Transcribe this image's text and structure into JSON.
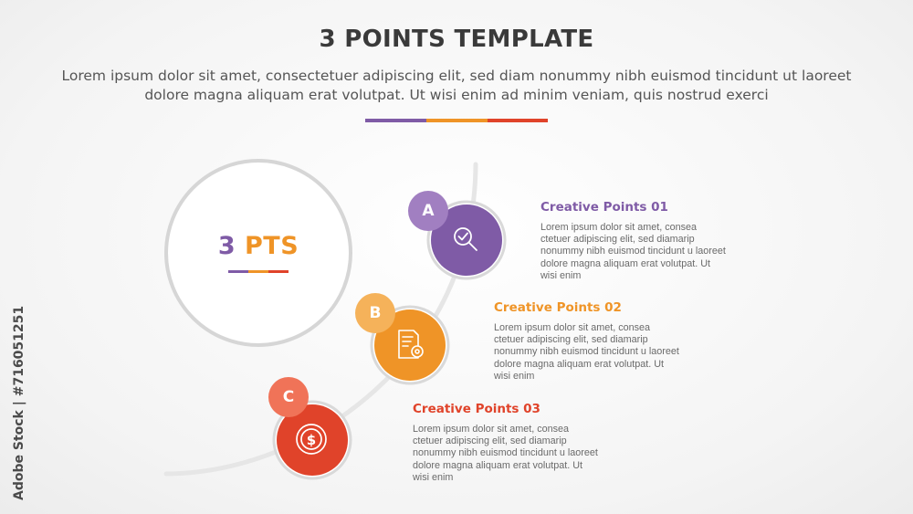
{
  "header": {
    "title": "3 POINTS TEMPLATE",
    "subtitle": "Lorem ipsum dolor sit amet, consectetuer adipiscing elit, sed diam nonummy nibh euismod tincidunt ut laoreet dolore magna aliquam erat volutpat. Ut wisi enim ad minim veniam, quis nostrud exerci"
  },
  "center": {
    "number": "3",
    "label": "PTS"
  },
  "colors": {
    "purple": "#7f5ba6",
    "purple_light": "#a17fc1",
    "orange": "#ef9427",
    "orange_light": "#f5b25a",
    "red": "#e0432a",
    "red_light": "#f07358",
    "ring": "#d9d9d9",
    "curve": "#e6e6e6"
  },
  "points": [
    {
      "letter": "A",
      "icon": "magnifier-check-icon",
      "title": "Creative Points 01",
      "body": "Lorem ipsum dolor sit amet, consea ctetuer adipiscing elit, sed diamarip nonummy nibh euismod tincidunt u laoreet dolore magna aliquam erat volutpat. Ut wisi enim"
    },
    {
      "letter": "B",
      "icon": "document-gear-icon",
      "title": "Creative Points 02",
      "body": "Lorem ipsum dolor sit amet, consea ctetuer adipiscing elit, sed diamarip nonummy nibh euismod tincidunt u laoreet dolore magna aliquam erat volutpat. Ut wisi enim"
    },
    {
      "letter": "C",
      "icon": "dollar-coin-icon",
      "title": "Creative Points 03",
      "body": "Lorem ipsum dolor sit amet, consea ctetuer adipiscing elit, sed diamarip nonummy nibh euismod tincidunt u laoreet dolore magna aliquam erat volutpat. Ut wisi enim"
    }
  ],
  "watermark": "Adobe Stock | #716051251"
}
